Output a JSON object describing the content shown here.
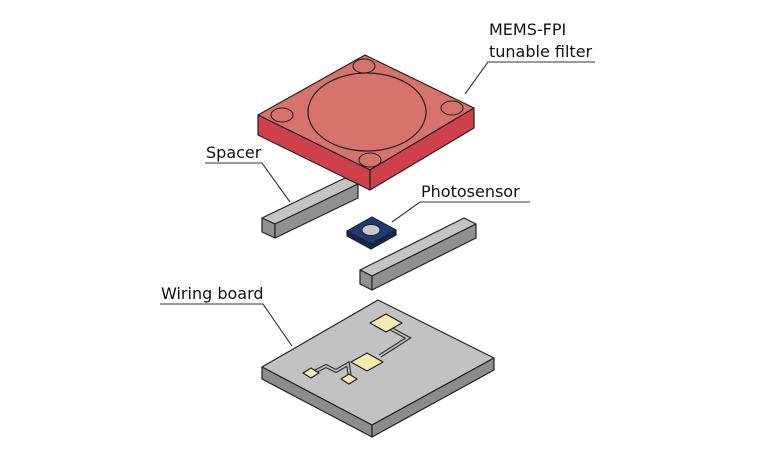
{
  "labels": {
    "filter_line1": "MEMS-FPI",
    "filter_line2": "tunable filter",
    "spacer": "Spacer",
    "photosensor": "Photosensor",
    "wiring_board": "Wiring board"
  },
  "colors": {
    "filter_top": "#d6736a",
    "filter_side": "#d0404a",
    "spacer_top": "#c4c4c4",
    "spacer_side": "#909090",
    "board_top": "#c2c2c2",
    "board_side": "#8c8c8c",
    "pad": "#f3ecb0",
    "sensor_body": "#1f3a78",
    "sensor_window": "#c8c8c8"
  }
}
